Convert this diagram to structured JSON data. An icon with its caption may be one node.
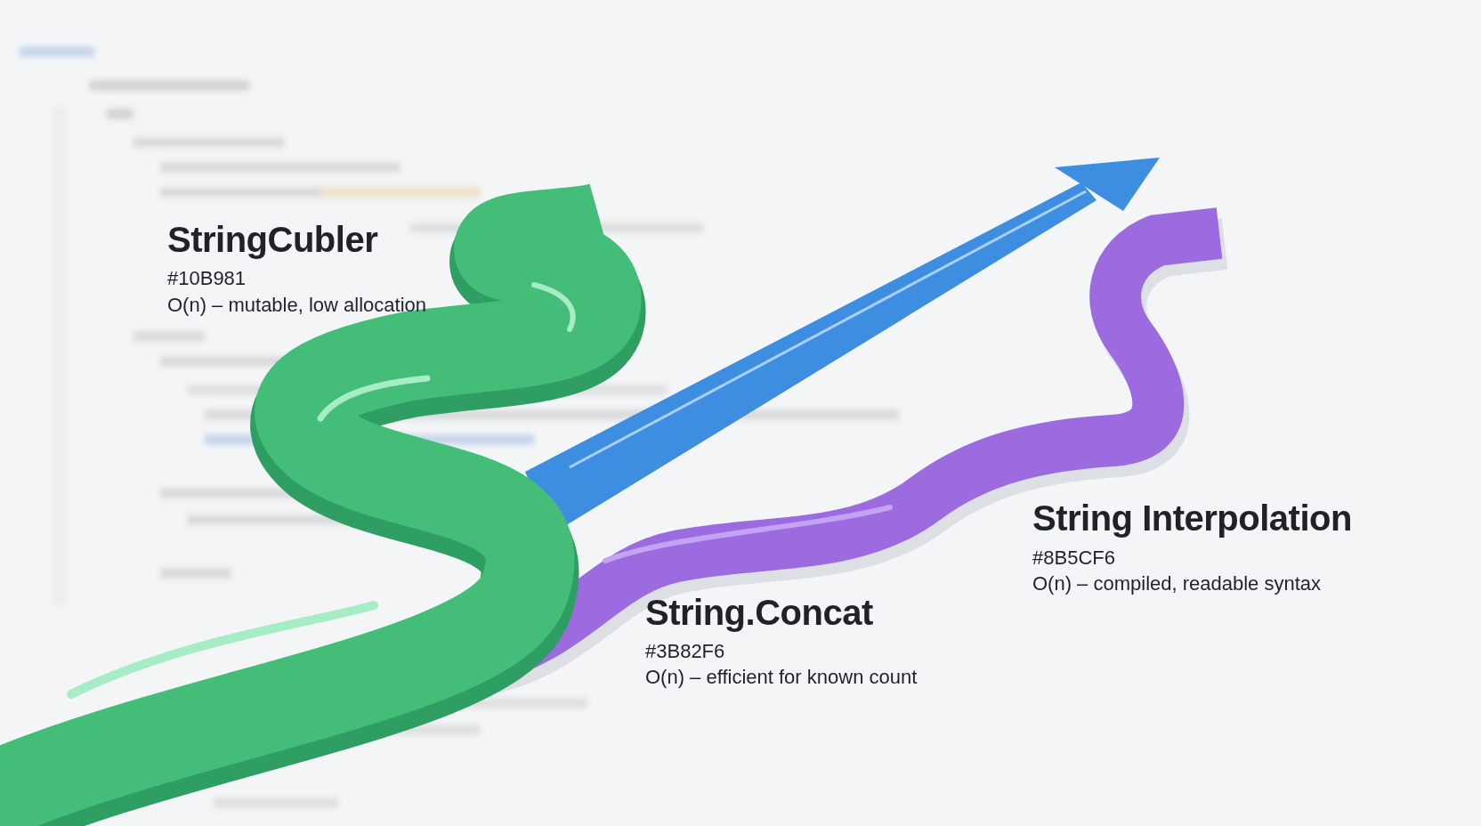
{
  "diagram": {
    "labels": [
      "StringCubler",
      "#10B981",
      "O(n) – mutable, low allocation",
      "String Interpolation",
      "#8B5CF6",
      "O(n) – compiled, readable syntax",
      "String.Concat",
      "#3B82F6",
      "O(n) – efficient for known count"
    ]
  }
}
